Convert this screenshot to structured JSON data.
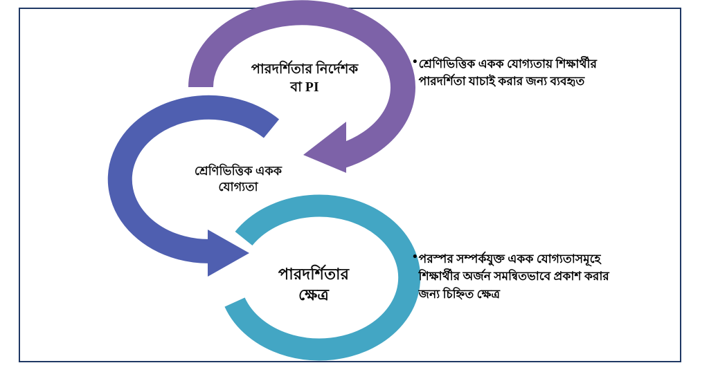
{
  "document": {
    "language": "bn",
    "frame_border_color": "#1f3864",
    "background_color": "#ffffff"
  },
  "palette": {
    "purple": "#7d62a8",
    "blue": "#4f5fb0",
    "teal": "#43a6c4",
    "text": "#0d0d0d",
    "border": "#1f3864"
  },
  "diagram": {
    "type": "cycle-arrows",
    "rings": [
      {
        "id": "performance-indicator",
        "color": "#7d62a8",
        "icon": "curved-arrow-clockwise",
        "label": "পারদর্শিতার নির্দেশক\nবা PI"
      },
      {
        "id": "class-based-unit-competency",
        "color": "#4f5fb0",
        "icon": "curved-arrow-counterclockwise",
        "label": "শ্রেণিভিত্তিক একক\nযোগ্যতা"
      },
      {
        "id": "performance-domain",
        "color": "#43a6c4",
        "icon": "open-ring",
        "label": "পারদর্শিতার\nক্ষেত্র"
      }
    ],
    "bullets": [
      {
        "id": "pi-description",
        "marker": "•",
        "text": "শ্রেণিভিত্তিক একক যোগ্যতায় শিক্ষার্থীর পারদর্শিতা যাচাই করার জন্য ব্যবহৃত"
      },
      {
        "id": "domain-description",
        "marker": "•",
        "text": "পরস্পর সম্পর্কযুক্ত একক যোগ্যতাসমূহে শিক্ষার্থীর অর্জন সমন্বিতভাবে প্রকাশ করার জন্য চিহ্নিত ক্ষেত্র"
      }
    ]
  }
}
